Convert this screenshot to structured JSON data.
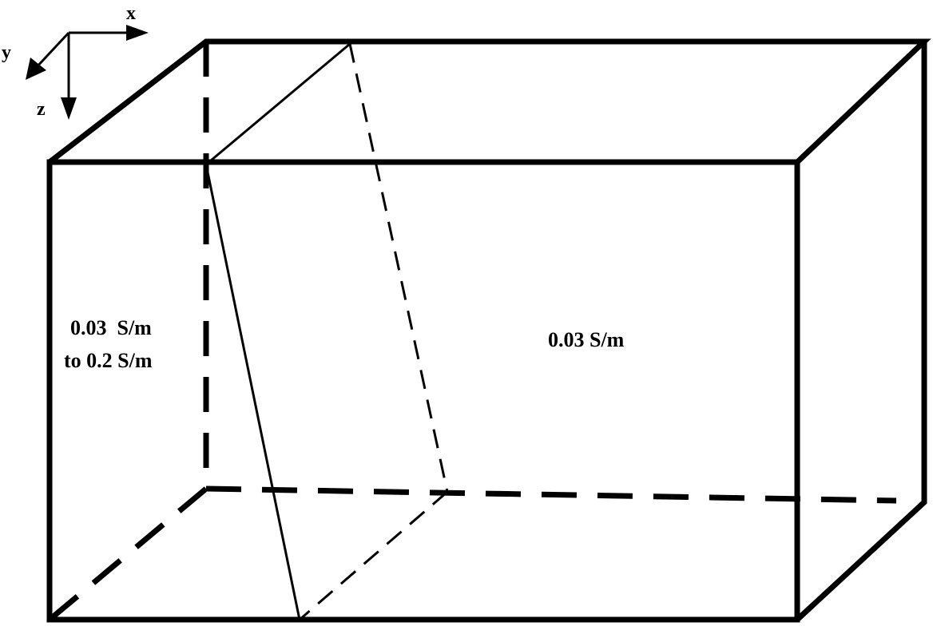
{
  "axes": {
    "x_label": "x",
    "y_label": "y",
    "z_label": "z"
  },
  "regions": {
    "left_line1": "0.03  S/m",
    "left_line2": "to 0.2 S/m",
    "right": "0.03 S/m"
  },
  "colors": {
    "stroke": "#000000",
    "background": "#ffffff"
  }
}
